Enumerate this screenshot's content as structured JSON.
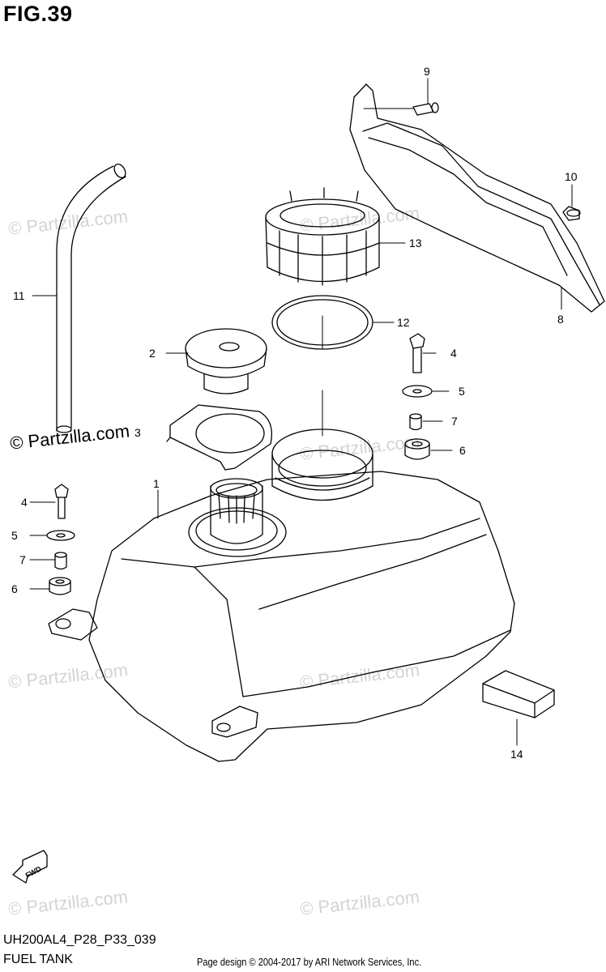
{
  "figure": {
    "title": "FIG.39",
    "code": "UH200AL4_P28_P33_039",
    "name": "FUEL TANK",
    "credit": "Page design © 2004-2017 by ARI Network Services, Inc.",
    "watermark": "© Partzilla.com",
    "fwd_label": "FWD"
  },
  "callouts": [
    {
      "id": "c1",
      "label": "1"
    },
    {
      "id": "c2",
      "label": "2"
    },
    {
      "id": "c3",
      "label": "3"
    },
    {
      "id": "c4a",
      "label": "4"
    },
    {
      "id": "c4b",
      "label": "4"
    },
    {
      "id": "c5a",
      "label": "5"
    },
    {
      "id": "c5b",
      "label": "5"
    },
    {
      "id": "c6a",
      "label": "6"
    },
    {
      "id": "c6b",
      "label": "6"
    },
    {
      "id": "c7a",
      "label": "7"
    },
    {
      "id": "c7b",
      "label": "7"
    },
    {
      "id": "c8",
      "label": "8"
    },
    {
      "id": "c9",
      "label": "9"
    },
    {
      "id": "c10",
      "label": "10"
    },
    {
      "id": "c11",
      "label": "11"
    },
    {
      "id": "c12",
      "label": "12"
    },
    {
      "id": "c13",
      "label": "13"
    },
    {
      "id": "c14",
      "label": "14"
    }
  ]
}
